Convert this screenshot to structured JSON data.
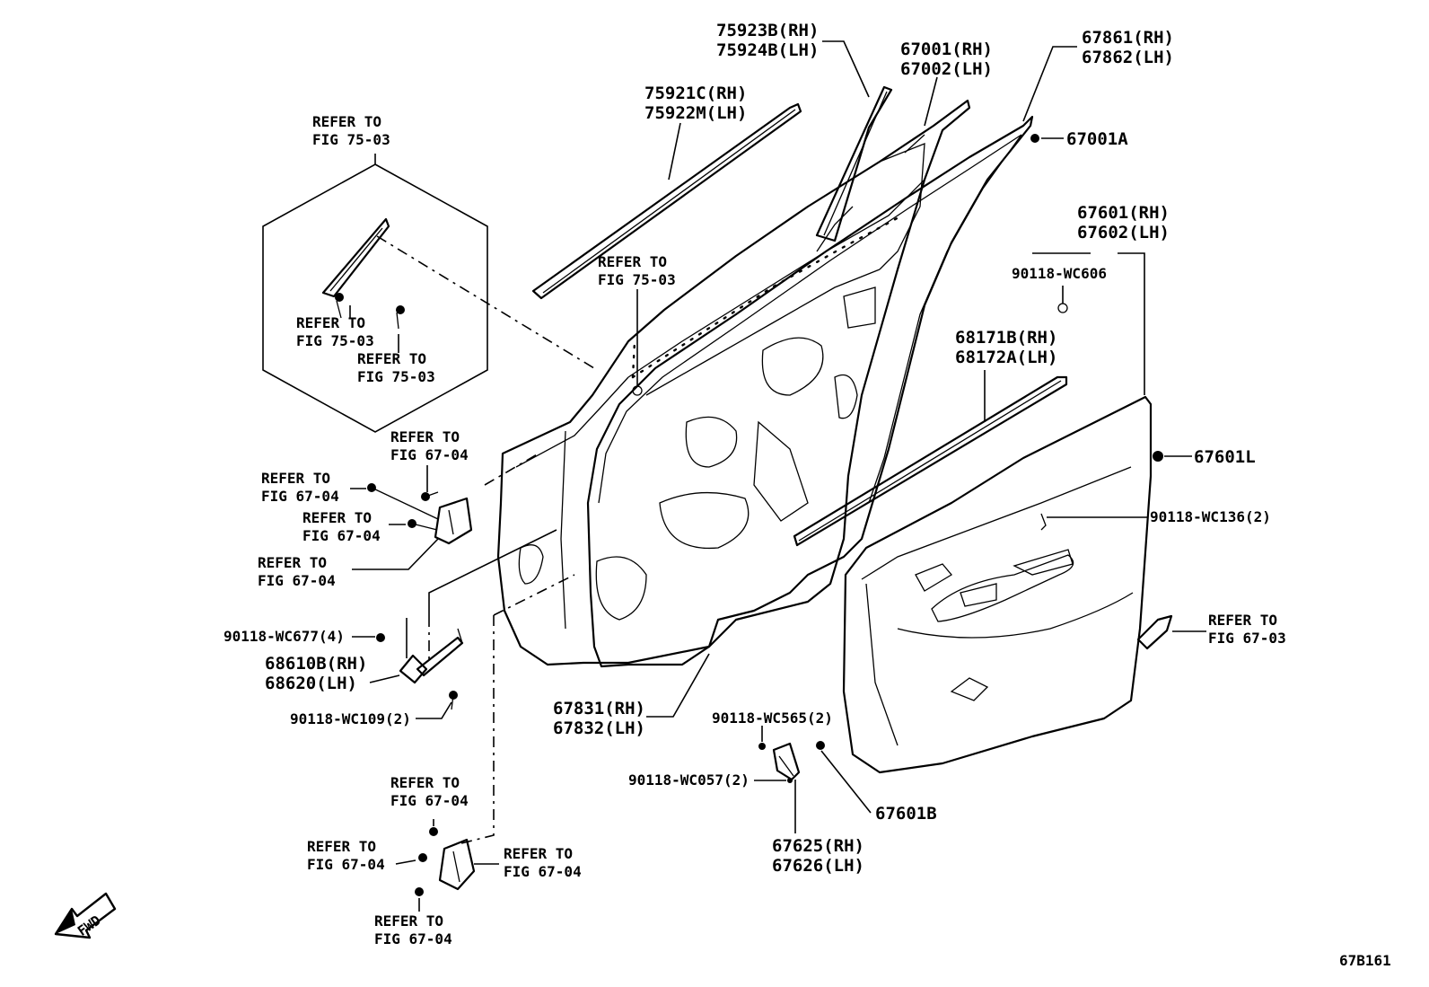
{
  "diagram_id": "67B161",
  "fwd_label": "FWD",
  "labels": {
    "l_75923B": "75923B(RH)",
    "l_75924B": "75924B(LH)",
    "l_67001": "67001(RH)",
    "l_67002": "67002(LH)",
    "l_67861": "67861(RH)",
    "l_67862": "67862(LH)",
    "l_67001A": "67001A",
    "l_75921C": "75921C(RH)",
    "l_75922M": "75922M(LH)",
    "l_67601": "67601(RH)",
    "l_67602": "67602(LH)",
    "l_90118_WC606": "90118-WC606",
    "l_68171B": "68171B(RH)",
    "l_68172A": "68172A(LH)",
    "l_67601L": "67601L",
    "l_90118_WC136": "90118-WC136(2)",
    "l_90118_WC677": "90118-WC677(4)",
    "l_68610B": "68610B(RH)",
    "l_68620": "68620(LH)",
    "l_90118_WC109": "90118-WC109(2)",
    "l_67831": "67831(RH)",
    "l_67832": "67832(LH)",
    "l_90118_WC565": "90118-WC565(2)",
    "l_90118_WC057": "90118-WC057(2)",
    "l_67601B": "67601B",
    "l_67625": "67625(RH)",
    "l_67626": "67626(LH)"
  },
  "refer": {
    "refer_to": "REFER TO",
    "fig_75_03": "FIG 75-03",
    "fig_67_04": "FIG 67-04",
    "fig_67_03": "FIG 67-03"
  }
}
